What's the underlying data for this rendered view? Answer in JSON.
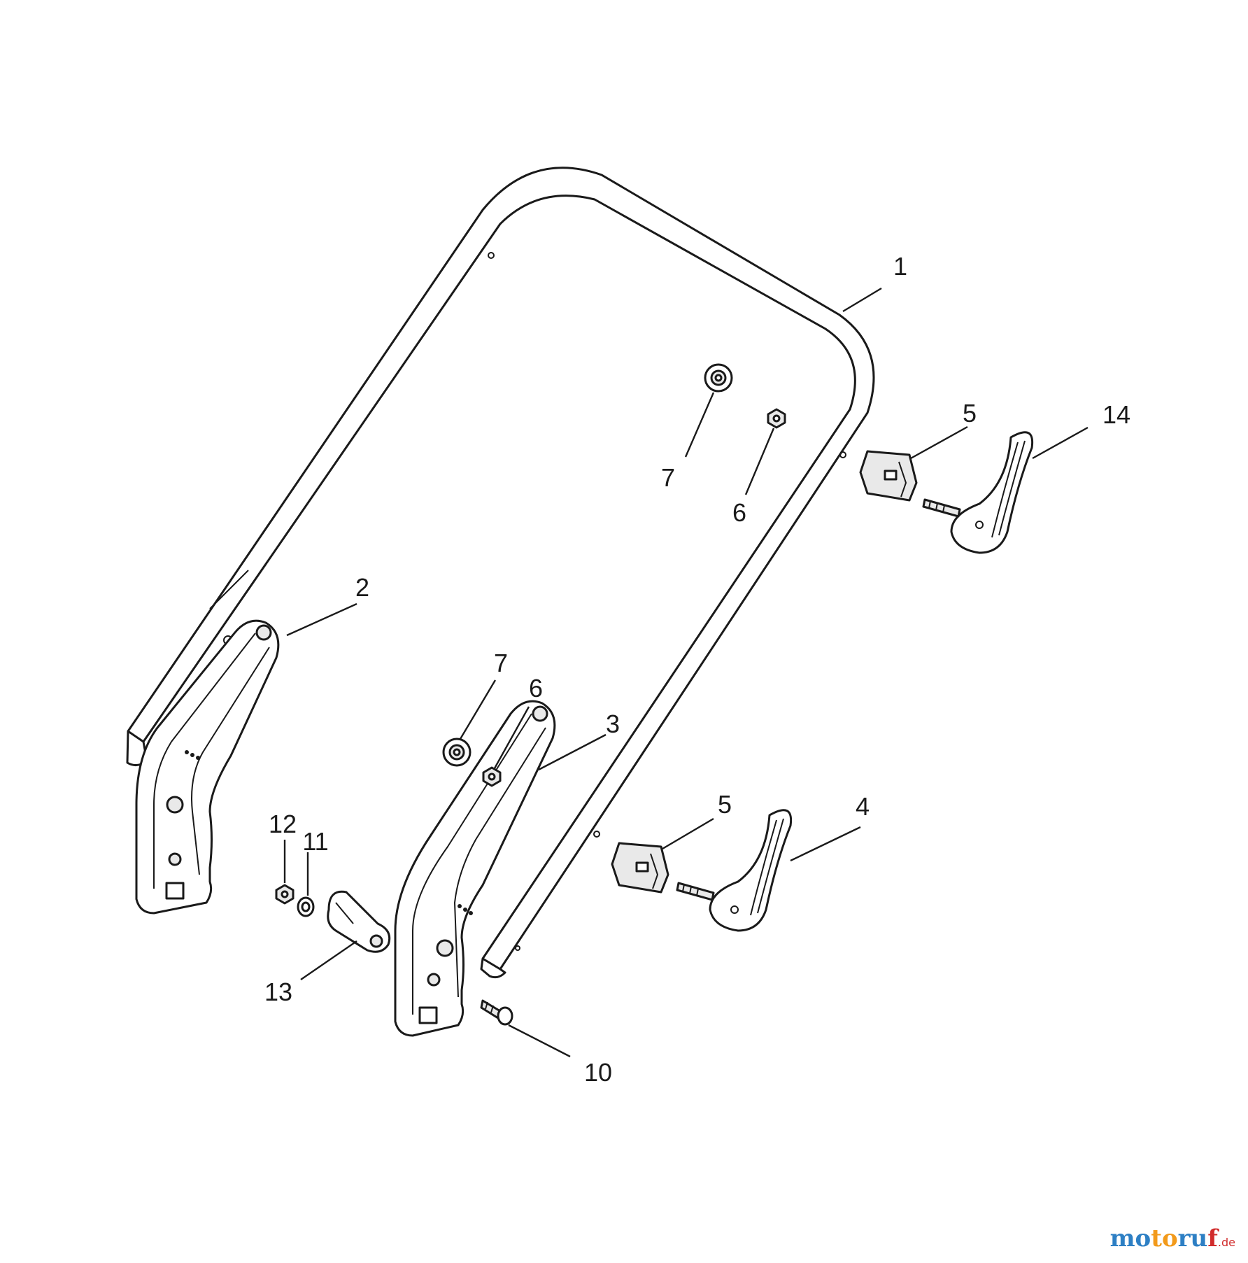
{
  "callouts": {
    "c1": "1",
    "c2": "2",
    "c3": "3",
    "c4": "4",
    "c5a": "5",
    "c5b": "5",
    "c6a": "6",
    "c6b": "6",
    "c7a": "7",
    "c7b": "7",
    "c10": "10",
    "c11": "11",
    "c12": "12",
    "c13": "13",
    "c14": "14"
  },
  "watermark": {
    "brand_part1": "mo",
    "brand_part2": "to",
    "brand_part3": "ru",
    "brand_part4": "f",
    "tld": ".de"
  }
}
